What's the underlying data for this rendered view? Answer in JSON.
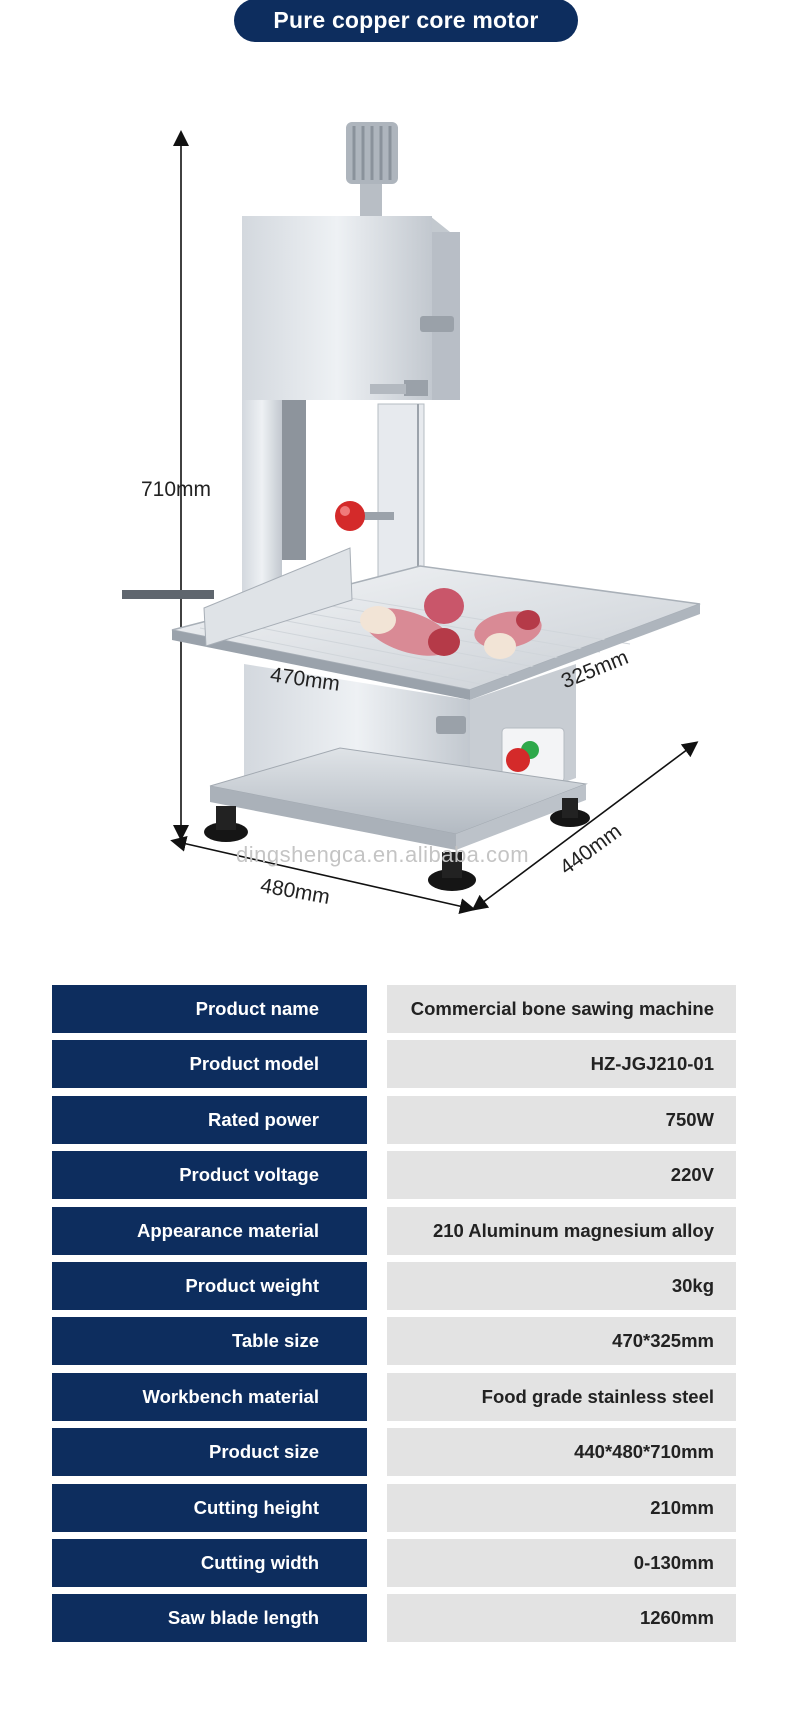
{
  "header": {
    "title": "Pure copper core motor"
  },
  "dimensions": {
    "height": "710mm",
    "table_length": "470mm",
    "table_depth": "325mm",
    "base_width": "480mm",
    "base_depth": "440mm"
  },
  "watermark": "dingshengca.en.alibaba.com",
  "colors": {
    "navy": "#0d2d5e",
    "grey_cell": "#e3e3e3",
    "knob_red": "#d42a2a",
    "button_green": "#2ea84a"
  },
  "specs": [
    {
      "label": "Product name",
      "value": "Commercial bone sawing machine"
    },
    {
      "label": "Product model",
      "value": "HZ-JGJ210-01"
    },
    {
      "label": "Rated power",
      "value": "750W"
    },
    {
      "label": "Product voltage",
      "value": "220V"
    },
    {
      "label": "Appearance material",
      "value": "210 Aluminum magnesium alloy"
    },
    {
      "label": "Product weight",
      "value": "30kg"
    },
    {
      "label": "Table size",
      "value": "470*325mm"
    },
    {
      "label": "Workbench material",
      "value": "Food grade stainless steel"
    },
    {
      "label": "Product size",
      "value": "440*480*710mm"
    },
    {
      "label": "Cutting height",
      "value": "210mm"
    },
    {
      "label": "Cutting width",
      "value": "0-130mm"
    },
    {
      "label": "Saw blade length",
      "value": "1260mm"
    }
  ]
}
